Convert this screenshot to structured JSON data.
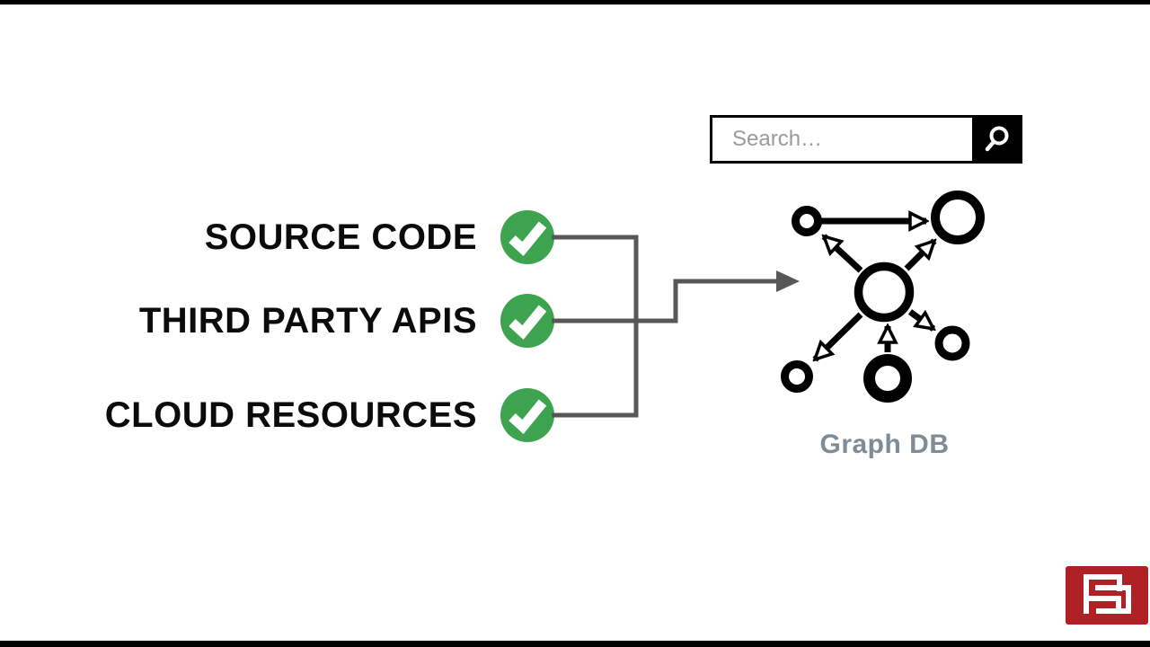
{
  "search": {
    "placeholder": "Search…"
  },
  "checklist": {
    "items": [
      "SOURCE CODE",
      "THIRD PARTY APIS",
      "CLOUD RESOURCES"
    ]
  },
  "graph": {
    "caption": "Graph DB"
  },
  "colors": {
    "accent_green": "#3EA34F",
    "connector_gray": "#575757",
    "caption_gray": "#7D8C96",
    "logo_red": "#B02126",
    "bar_black": "#000000",
    "placeholder_gray": "#9A9A9A"
  }
}
